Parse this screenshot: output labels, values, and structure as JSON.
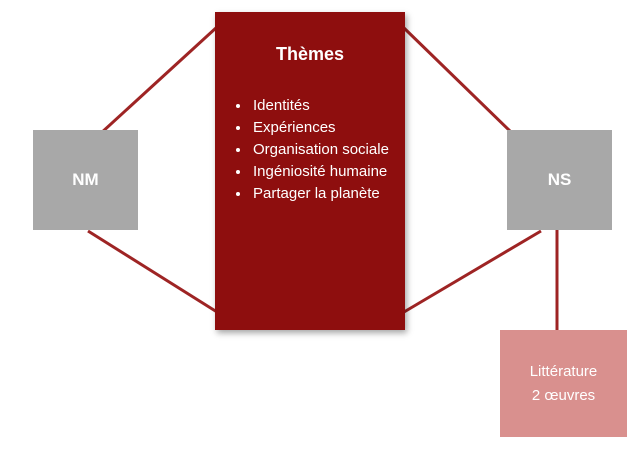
{
  "diagram": {
    "center": {
      "title": "Thèmes",
      "bullets": [
        "Identités",
        "Expériences",
        "Organisation sociale",
        "Ingéniosité humaine",
        "Partager la planète"
      ]
    },
    "left_node": {
      "label": "NM"
    },
    "right_node": {
      "label": "NS"
    },
    "bottom_right_node": {
      "line1": "Littérature",
      "line2": "2 œuvres"
    },
    "colors": {
      "center_box": "#8e0e0e",
      "connector": "#9e2424",
      "gray_node": "#a8a8a8",
      "pink_node": "#d9908e",
      "text": "#ffffff",
      "background": "#ffffff"
    }
  }
}
